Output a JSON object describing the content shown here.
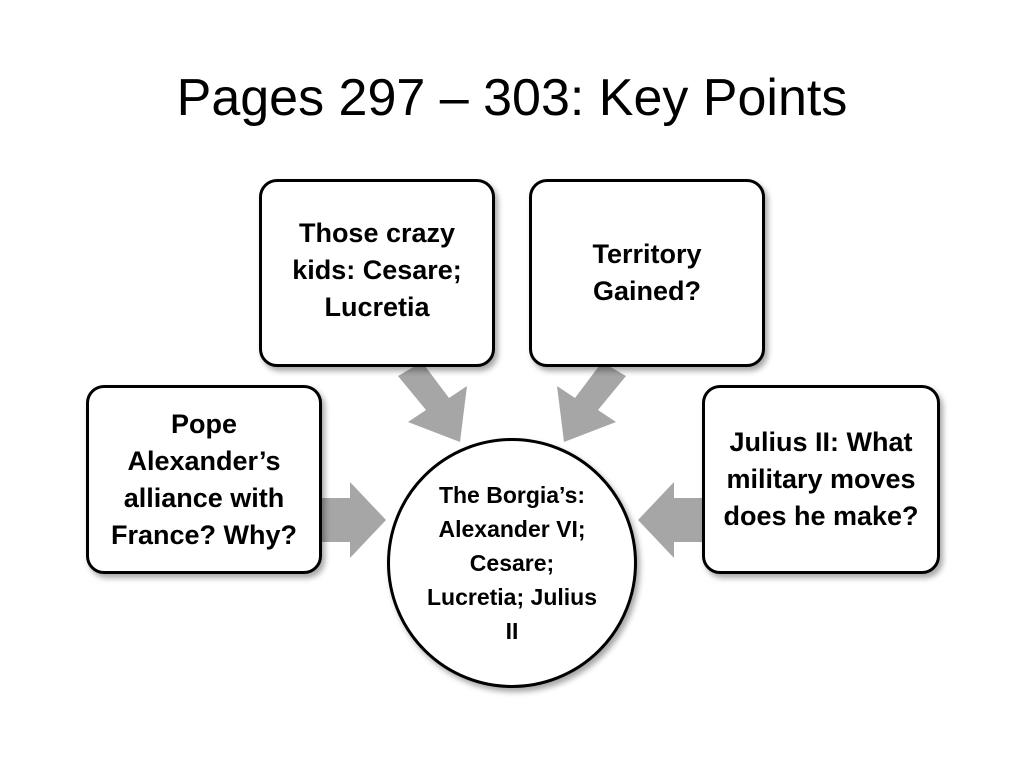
{
  "slide": {
    "title": "Pages 297 – 303: Key Points"
  },
  "diagram": {
    "center": {
      "text": "The Borgia’s: Alexander VI; Cesare; Lucretia; Julius II"
    },
    "nodes": {
      "top_left": {
        "text": "Those crazy kids: Cesare; Lucretia"
      },
      "top_right": {
        "text": "Territory Gained?"
      },
      "left": {
        "text": "Pope Alexander’s alliance with France? Why?"
      },
      "right": {
        "text": "Julius II: What military moves does he make?"
      }
    },
    "colors": {
      "arrow": "#a6a6a6",
      "border": "#000000",
      "fill": "#ffffff"
    }
  }
}
